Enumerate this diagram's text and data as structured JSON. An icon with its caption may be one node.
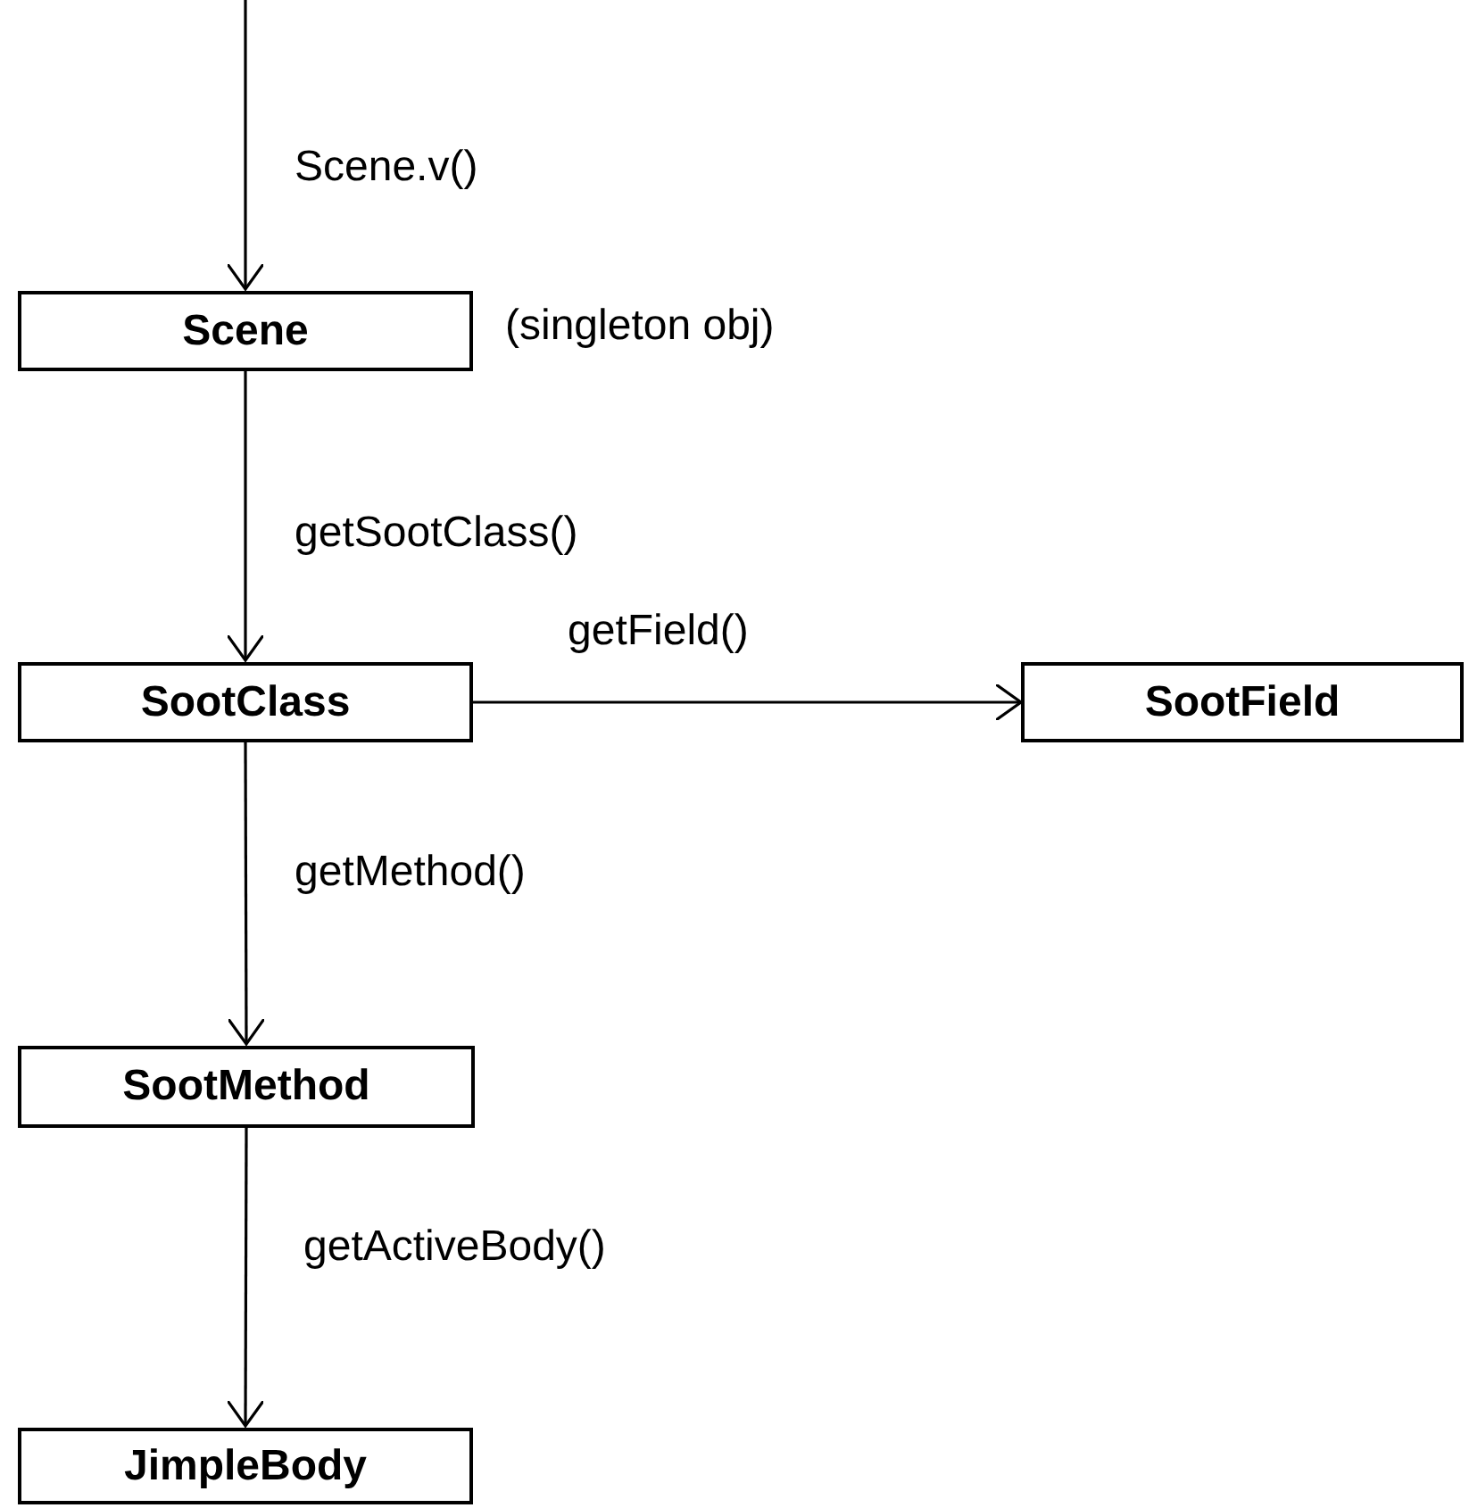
{
  "diagram": {
    "nodes": [
      {
        "text": [
          "Scene"
        ],
        "beside": [
          "(singleton obj)"
        ]
      },
      {
        "text": [
          "SootClass"
        ]
      },
      {
        "text": [
          "SootField"
        ]
      },
      {
        "text": [
          "SootMethod"
        ]
      },
      {
        "text": [
          "JimpleBody"
        ]
      }
    ],
    "edges": [
      {
        "from": null,
        "to": 0,
        "arrow": "to",
        "label": "Scene.v()"
      },
      {
        "from": 0,
        "to": 1,
        "arrow": "to",
        "label": "getSootClass()"
      },
      {
        "from": 1,
        "to": 2,
        "arrow": "to",
        "label": "getField()"
      },
      {
        "from": 1,
        "to": 3,
        "arrow": "to",
        "label": "getMethod()"
      },
      {
        "from": 3,
        "to": 4,
        "arrow": "to",
        "label": "getActiveBody()"
      }
    ]
  }
}
